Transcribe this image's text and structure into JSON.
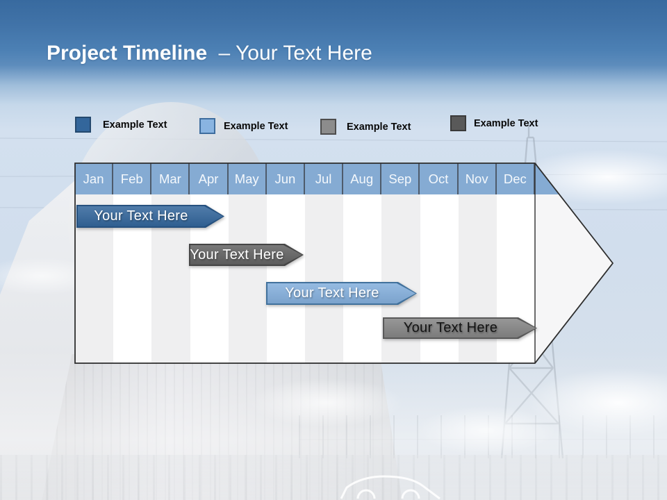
{
  "title": {
    "bold_part": "Project Timeline",
    "light_part": "– Your Text Here"
  },
  "legend": {
    "items": [
      {
        "label": "Example Text",
        "fill": "#33669B",
        "border": "#24496E"
      },
      {
        "label": "Example Text",
        "fill": "#89B4E1",
        "border": "#3E6D9E"
      },
      {
        "label": "Example Text",
        "fill": "#8C8C8C",
        "border": "#4D4D4D"
      },
      {
        "label": "Example Text",
        "fill": "#595959",
        "border": "#3A3A3A"
      }
    ]
  },
  "timeline": {
    "months": [
      "Jan",
      "Feb",
      "Mar",
      "Apr",
      "May",
      "Jun",
      "Jul",
      "Aug",
      "Sep",
      "Oct",
      "Nov",
      "Dec"
    ],
    "header_fill": "#85ABD3",
    "header_separator_color": "#4E5B6B",
    "stripe_colors": [
      "#EFEFF0",
      "#FFFFFF"
    ],
    "bars": [
      {
        "label": "Your Text Here",
        "fill": "#33669B",
        "border": "#26517F",
        "text_color": "#FFFFFF",
        "months_spanned": "Jan–Mar"
      },
      {
        "label": "Your Text Here",
        "fill": "#626262",
        "border": "#454545",
        "text_color": "#FFFFFF",
        "months_spanned": "Apr–Jun"
      },
      {
        "label": "Your Text Here",
        "fill": "#84AFDC",
        "border": "#41719C",
        "text_color": "#FFFFFF",
        "months_spanned": "Jun–Aug"
      },
      {
        "label": "Your Text Here",
        "fill": "#858585",
        "border": "#595959",
        "text_color": "#141414",
        "months_spanned": "Sep–Dec"
      }
    ]
  },
  "background": {
    "scene": "faded photo of a power plant: reactor dome, cooling tower, transmission pylon, clouds"
  }
}
